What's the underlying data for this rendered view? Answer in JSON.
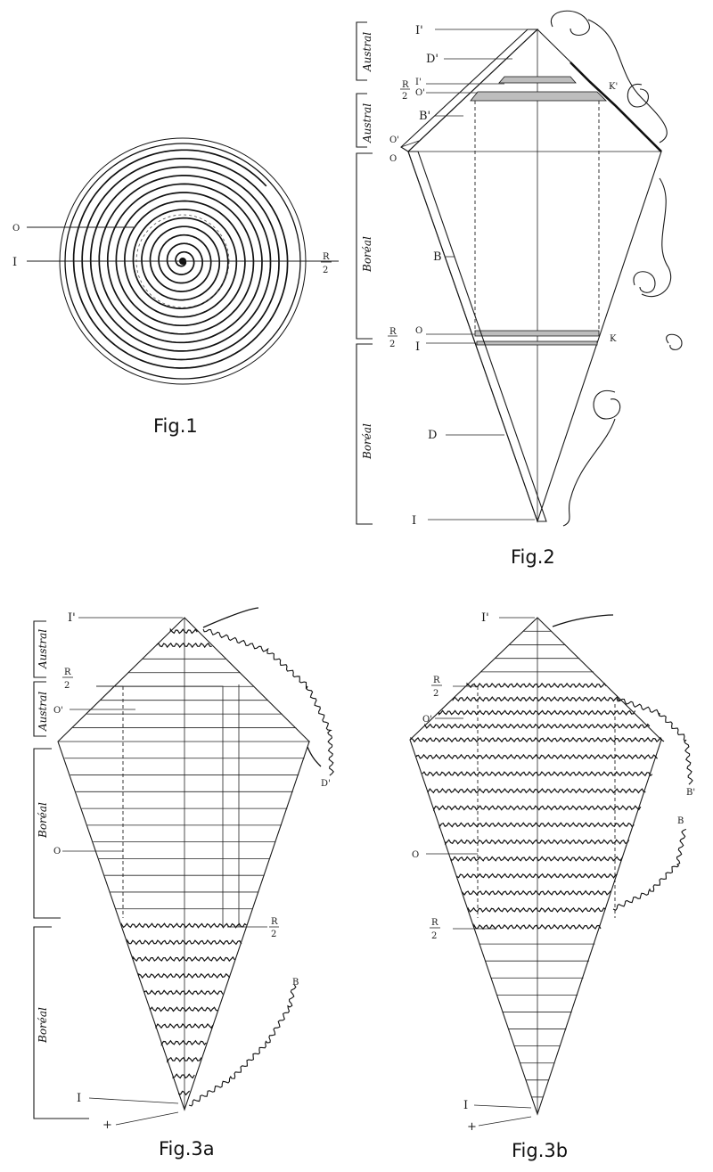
{
  "figures": {
    "fig1": {
      "caption": "Fig.1",
      "labels": {
        "o": "O",
        "i": "I",
        "r2_num": "R",
        "r2_den": "2"
      }
    },
    "fig2": {
      "caption": "Fig.2",
      "labels": {
        "i_prime": "I'",
        "d_prime": "D'",
        "r2_num": "R",
        "r2_den": "2",
        "i_prime2": "I'",
        "o_prime": "O'",
        "k_prime": "K'",
        "b_prime": "B'",
        "o_prime2": "O'",
        "o": "O",
        "b": "B",
        "r2b_num": "R",
        "r2b_den": "2",
        "o2": "O",
        "i2": "I",
        "k": "K",
        "d": "D",
        "i": "I"
      },
      "brackets": [
        "Austral",
        "Austral",
        "Boréal",
        "Boréal"
      ]
    },
    "fig3a": {
      "caption": "Fig.3a",
      "labels": {
        "i_prime": "I'",
        "r2_num": "R",
        "r2_den": "2",
        "o_prime": "O'",
        "o": "O",
        "d_prime": "D'",
        "r2b_num": "R",
        "r2b_den": "2",
        "b": "B",
        "i": "I",
        "plus": "+"
      },
      "brackets": [
        "Austral",
        "Austral",
        "Boréal",
        "Boréal"
      ]
    },
    "fig3b": {
      "caption": "Fig.3b",
      "labels": {
        "i_prime": "I'",
        "r2_num": "R",
        "r2_den": "2",
        "o_prime": "O'",
        "b_prime": "B'",
        "b": "B",
        "o": "O",
        "r2b_num": "R",
        "r2b_den": "2",
        "i": "I",
        "plus": "+"
      }
    }
  }
}
